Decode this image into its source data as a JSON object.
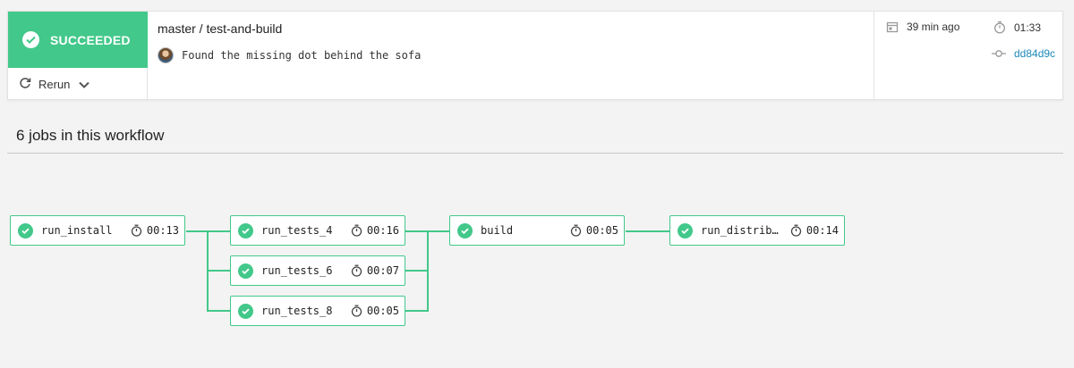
{
  "status": {
    "label": "SUCCEEDED",
    "color": "#42c88a"
  },
  "rerun": {
    "label": "Rerun",
    "icon": "refresh-icon",
    "chevron": "chevron-down-icon"
  },
  "pipeline": {
    "title": "master / test-and-build"
  },
  "commit": {
    "message": "Found the missing dot behind the sofa",
    "sha": "dd84d9c"
  },
  "meta": {
    "time_ago": "39 min ago",
    "duration": "01:33"
  },
  "jobs_section": {
    "heading": "6 jobs in this workflow"
  },
  "jobs": [
    {
      "name": "run_install",
      "duration": "00:13",
      "status": "success"
    },
    {
      "name": "run_tests_4",
      "duration": "00:16",
      "status": "success"
    },
    {
      "name": "run_tests_6",
      "duration": "00:07",
      "status": "success"
    },
    {
      "name": "run_tests_8",
      "duration": "00:05",
      "status": "success"
    },
    {
      "name": "build",
      "duration": "00:05",
      "status": "success"
    },
    {
      "name": "run_distribu…",
      "duration": "00:14",
      "status": "success"
    }
  ]
}
